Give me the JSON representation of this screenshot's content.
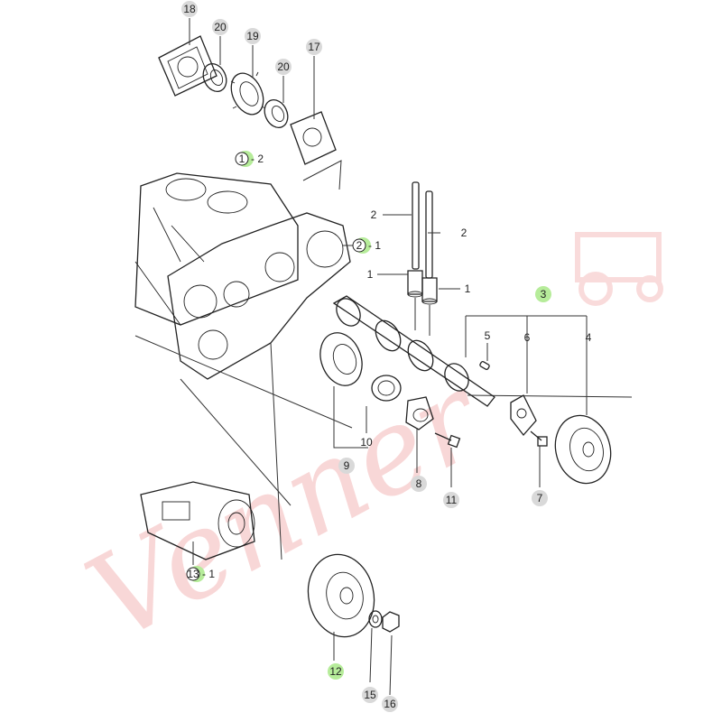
{
  "watermark": {
    "text": "Venner",
    "color": "#f4b8b8"
  },
  "colors": {
    "bubble_gray": "#d9d9d9",
    "bubble_green": "#b6ec9a",
    "line": "#222222"
  },
  "callouts": [
    {
      "id": "c18",
      "label": "18",
      "style": "gray"
    },
    {
      "id": "c20a",
      "label": "20",
      "style": "gray"
    },
    {
      "id": "c19",
      "label": "19",
      "style": "gray"
    },
    {
      "id": "c20b",
      "label": "20",
      "style": "gray"
    },
    {
      "id": "c17",
      "label": "17",
      "style": "gray"
    },
    {
      "id": "c1-2",
      "label": "1",
      "suffix": "- 2",
      "style": "green"
    },
    {
      "id": "c2-1",
      "label": "2",
      "suffix": "- 1",
      "style": "green"
    },
    {
      "id": "c2a",
      "label": "2",
      "style": "plain"
    },
    {
      "id": "c2b",
      "label": "2",
      "style": "plain"
    },
    {
      "id": "c1a",
      "label": "1",
      "style": "plain"
    },
    {
      "id": "c1b",
      "label": "1",
      "style": "plain"
    },
    {
      "id": "c3",
      "label": "3",
      "style": "green"
    },
    {
      "id": "c5",
      "label": "5",
      "style": "plain"
    },
    {
      "id": "c6",
      "label": "6",
      "style": "plain"
    },
    {
      "id": "c4",
      "label": "4",
      "style": "plain"
    },
    {
      "id": "c10",
      "label": "10",
      "style": "plain"
    },
    {
      "id": "c9",
      "label": "9",
      "style": "gray"
    },
    {
      "id": "c8",
      "label": "8",
      "style": "gray"
    },
    {
      "id": "c11",
      "label": "11",
      "style": "gray"
    },
    {
      "id": "c7",
      "label": "7",
      "style": "gray"
    },
    {
      "id": "c13-1",
      "label": "13",
      "suffix": "- 1",
      "style": "green"
    },
    {
      "id": "c12",
      "label": "12",
      "style": "green"
    },
    {
      "id": "c15",
      "label": "15",
      "style": "gray"
    },
    {
      "id": "c16",
      "label": "16",
      "style": "gray"
    }
  ]
}
